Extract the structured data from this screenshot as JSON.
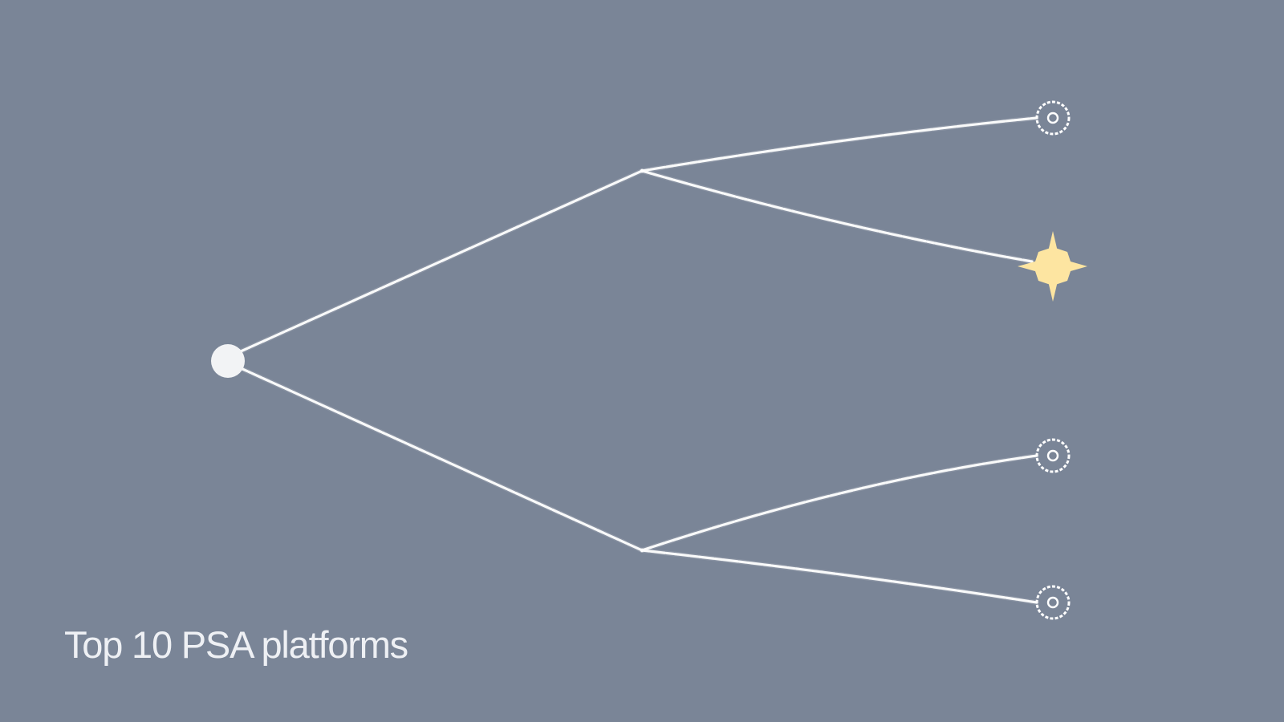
{
  "caption": "Top 10 PSA platforms",
  "colors": {
    "background": "#7a8597",
    "branch": "#ffffff",
    "root_node": "#f2f3f5",
    "star": "#fde5a1"
  },
  "diagram": {
    "type": "decision-tree",
    "root": {
      "icon": "circle-node"
    },
    "branches": [
      {
        "id": "upper",
        "leaves": [
          {
            "icon": "ring-target-icon"
          },
          {
            "icon": "sparkle-star-icon",
            "highlighted": true
          }
        ]
      },
      {
        "id": "lower",
        "leaves": [
          {
            "icon": "ring-target-icon"
          },
          {
            "icon": "ring-target-icon"
          }
        ]
      }
    ]
  }
}
